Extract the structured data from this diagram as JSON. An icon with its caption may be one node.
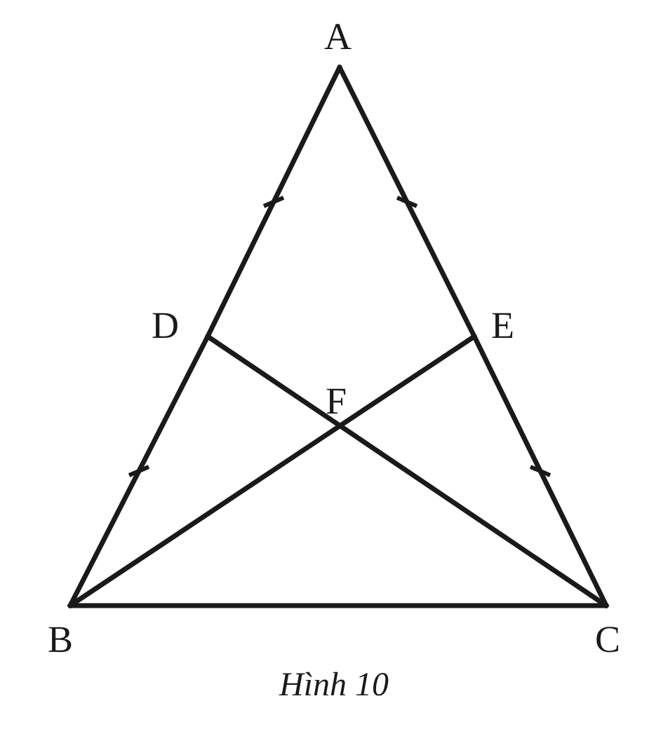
{
  "diagram": {
    "caption": "Hình 10",
    "nodes": [
      {
        "text": [
          "A"
        ]
      },
      {
        "text": [
          "D"
        ]
      },
      {
        "text": [
          "E"
        ]
      },
      {
        "text": [
          "F"
        ]
      },
      {
        "text": [
          "B"
        ]
      },
      {
        "text": [
          "C"
        ]
      }
    ],
    "edges": [
      {
        "from": 0,
        "to": 1,
        "arrow": "none"
      },
      {
        "from": 1,
        "to": 4,
        "arrow": "none"
      },
      {
        "from": 0,
        "to": 2,
        "arrow": "none"
      },
      {
        "from": 2,
        "to": 5,
        "arrow": "none"
      },
      {
        "from": 4,
        "to": 5,
        "arrow": "none"
      },
      {
        "from": 1,
        "to": 3,
        "arrow": "none"
      },
      {
        "from": 3,
        "to": 5,
        "arrow": "none"
      },
      {
        "from": 4,
        "to": 3,
        "arrow": "none"
      },
      {
        "from": 3,
        "to": 2,
        "arrow": "none"
      }
    ]
  }
}
